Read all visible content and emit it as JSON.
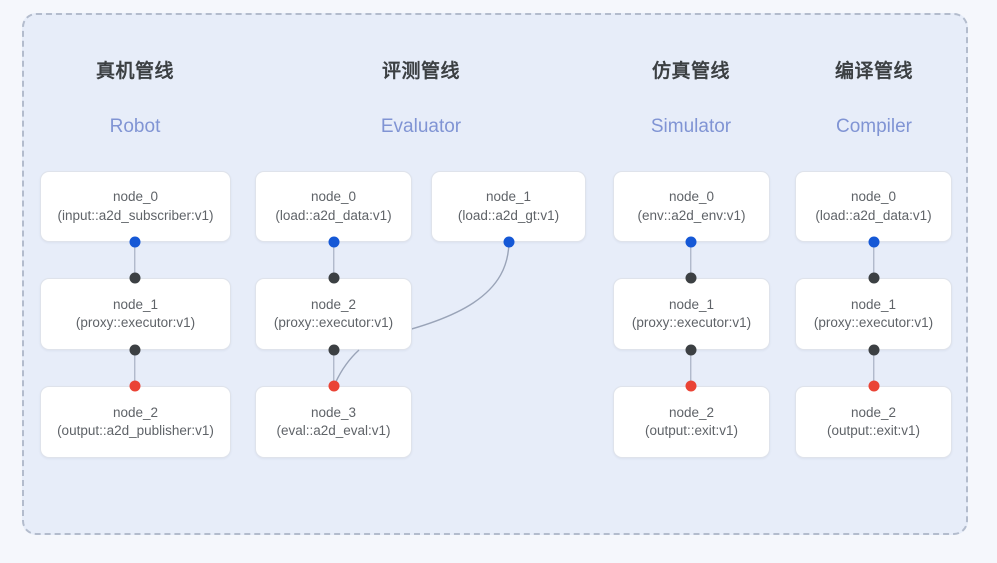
{
  "panel": {
    "background": "#e7edf9",
    "border_color": "#b3bccd",
    "page_background": "#f5f7fc"
  },
  "colors": {
    "dot_input": "#1558d6",
    "dot_relay": "#3c4043",
    "dot_output": "#ea4335",
    "edge": "#9aa4b8",
    "title": "#3c4043",
    "subtitle": "#8094d4",
    "node_text": "#5f6368"
  },
  "columns": [
    {
      "title": "真机管线",
      "subtitle": "Robot",
      "nodes": [
        {
          "name": "node_0",
          "type": "(input::a2d_subscriber:v1)"
        },
        {
          "name": "node_1",
          "type": "(proxy::executor:v1)"
        },
        {
          "name": "node_2",
          "type": "(output::a2d_publisher:v1)"
        }
      ]
    },
    {
      "title": "评测管线",
      "subtitle": "Evaluator",
      "nodes": [
        {
          "name": "node_0",
          "type": "(load::a2d_data:v1)"
        },
        {
          "name": "node_1",
          "type": "(load::a2d_gt:v1)"
        },
        {
          "name": "node_2",
          "type": "(proxy::executor:v1)"
        },
        {
          "name": "node_3",
          "type": "(eval::a2d_eval:v1)"
        }
      ]
    },
    {
      "title": "仿真管线",
      "subtitle": "Simulator",
      "nodes": [
        {
          "name": "node_0",
          "type": "(env::a2d_env:v1)"
        },
        {
          "name": "node_1",
          "type": "(proxy::executor:v1)"
        },
        {
          "name": "node_2",
          "type": "(output::exit:v1)"
        }
      ]
    },
    {
      "title": "编译管线",
      "subtitle": "Compiler",
      "nodes": [
        {
          "name": "node_0",
          "type": "(load::a2d_data:v1)"
        },
        {
          "name": "node_1",
          "type": "(proxy::executor:v1)"
        },
        {
          "name": "node_2",
          "type": "(output::exit:v1)"
        }
      ]
    }
  ]
}
